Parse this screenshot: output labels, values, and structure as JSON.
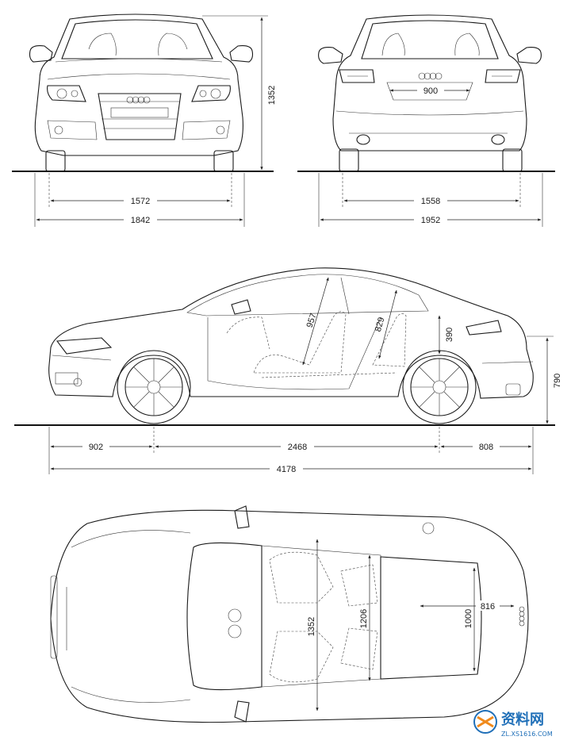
{
  "front_view": {
    "height": "1352",
    "track": "1572",
    "width": "1842"
  },
  "rear_view": {
    "plate_width": "900",
    "track": "1558",
    "width_mirrors": "1952"
  },
  "side_view": {
    "front_headroom": "957",
    "rear_headroom": "829",
    "rear_seat_height": "390",
    "trunk_sill_height": "790",
    "front_overhang": "902",
    "wheelbase": "2468",
    "rear_overhang": "808",
    "length": "4178"
  },
  "top_view": {
    "front_shoulder": "1352",
    "rear_shoulder": "1206",
    "trunk_width": "1000",
    "trunk_length": "816"
  },
  "watermark": {
    "brand": "资料网",
    "url": "ZL.XS1616.COM",
    "color": "#1f6fb8"
  }
}
